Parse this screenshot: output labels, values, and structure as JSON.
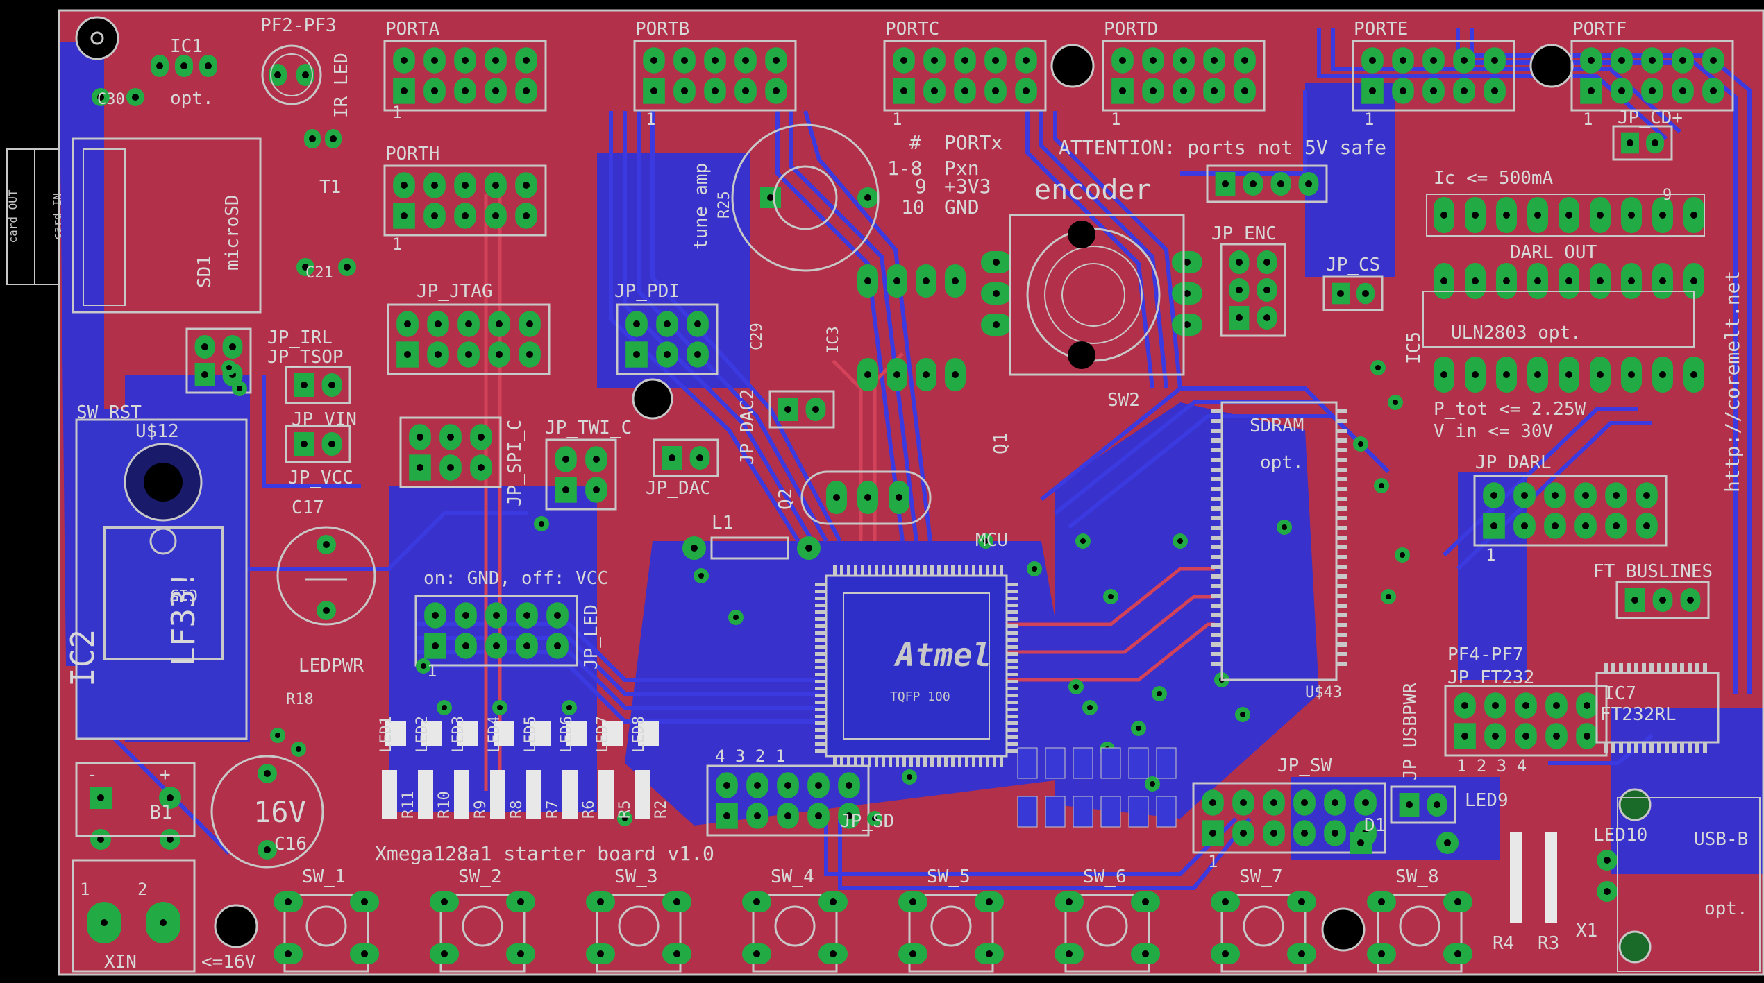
{
  "board": {
    "title": "Xmega128a1 starter board v1.0",
    "url": "http://coremelt.net",
    "attention": "ATTENTION: ports not 5V safe",
    "colors": {
      "background": "#000000",
      "top_copper": "#b3304a",
      "bottom_copper": "#3030d0",
      "outline": "#c8c8c8",
      "pad": "#22aa44",
      "silk": "#d8d8d8"
    }
  },
  "card": {
    "out_label": "card OUT",
    "in_label": "card IN"
  },
  "ports": [
    {
      "name": "PORTA",
      "pin1": "1"
    },
    {
      "name": "PORTB",
      "pin1": "1"
    },
    {
      "name": "PORTC",
      "pin1": "1"
    },
    {
      "name": "PORTD",
      "pin1": "1"
    },
    {
      "name": "PORTE",
      "pin1": "1"
    },
    {
      "name": "PORTF",
      "pin1": "1"
    },
    {
      "name": "PORTH",
      "pin1": "1"
    }
  ],
  "pin_table": {
    "head_hash": "#",
    "head_port": "PORTx",
    "rows": [
      [
        "1-8",
        "Pxn"
      ],
      [
        "9",
        "+3V3"
      ],
      [
        "10",
        "GND"
      ]
    ]
  },
  "labels": {
    "pf2_pf3": "PF2-PF3",
    "ic1": "IC1",
    "opt": "opt.",
    "c30": "C30",
    "ir_led": "IR_LED",
    "t1": "T1",
    "microsd": "microSD",
    "sd1": "SD1",
    "c21": "C21",
    "jp_irl": "JP_IRL",
    "jp_tsop": "JP_TSOP",
    "jp_vin": "JP_VIN",
    "jp_vcc": "JP_VCC",
    "c17": "C17",
    "sw_rst": "SW_RST",
    "u12": "U$12",
    "lf33": "LF33!",
    "ic2": "IC2",
    "c15": "C15",
    "ledpwr": "LEDPWR",
    "r18": "R18",
    "b1": "B1",
    "c16": "C16",
    "c16_val": "16V",
    "xin": "XIN",
    "xin_limit": "<=16V",
    "jp_jtag": "JP_JTAG",
    "jp_pdi": "JP_PDI",
    "jp_spi_c": "JP_SPI_C",
    "jp_twi_c": "JP_TWI_C",
    "jp_dac": "JP_DAC",
    "jp_dac2": "JP_DAC2",
    "c29": "C29",
    "ic3": "IC3",
    "tune_amp": "tune amp",
    "r25": "R25",
    "encoder": "encoder",
    "sw2": "SW2",
    "jp_enc": "JP_ENC",
    "jp_cs": "JP_CS",
    "jp_cd": "JP_CD+",
    "ic_limit": "Ic <= 500mA",
    "darl_out": "DARL_OUT",
    "uln": "ULN2803 opt.",
    "ic5": "IC5",
    "p_tot": "P_tot <= 2.25W",
    "v_in": "V_in <= 30V",
    "jp_darl": "JP_DARL",
    "sdram": "SDRAM",
    "u43": "U$43",
    "q1": "Q1",
    "q2": "Q2",
    "l1": "L1",
    "mcu": "MCU",
    "tqfp": "TQFP 100",
    "atmel": "Atmel",
    "on_gnd": "on: GND, off: VCC",
    "jp_led": "JP_LED",
    "jp_sd": "JP_SD",
    "jp_sw": "JP_SW",
    "jp_usbpwr": "JP_USBPWR",
    "led9": "LED9",
    "led10": "LED10",
    "d1": "D1",
    "ft_buslines": "FT_BUSLINES",
    "pf4_pf7": "PF4-PF7",
    "jp_ft232": "JP_FT232",
    "ic7": "IC7",
    "ft232rl": "FT232RL",
    "usb_b": "USB-B",
    "x1": "X1",
    "r4": "R4",
    "r3": "R3",
    "jp_sd_nums": "4  3  2  1",
    "jp_ft232_nums": "1  2  3  4",
    "nine": "9",
    "one": "1",
    "three": "3",
    "two": "2",
    "minus": "-",
    "plus": "+"
  },
  "leds": [
    "LED1",
    "LED2",
    "LED3",
    "LED4",
    "LED5",
    "LED6",
    "LED7",
    "LED8"
  ],
  "resistors": [
    "R11",
    "R10",
    "R9",
    "R8",
    "R7",
    "R6",
    "R5",
    "R2"
  ],
  "switches": [
    "SW_1",
    "SW_2",
    "SW_3",
    "SW_4",
    "SW_5",
    "SW_6",
    "SW_7",
    "SW_8"
  ]
}
